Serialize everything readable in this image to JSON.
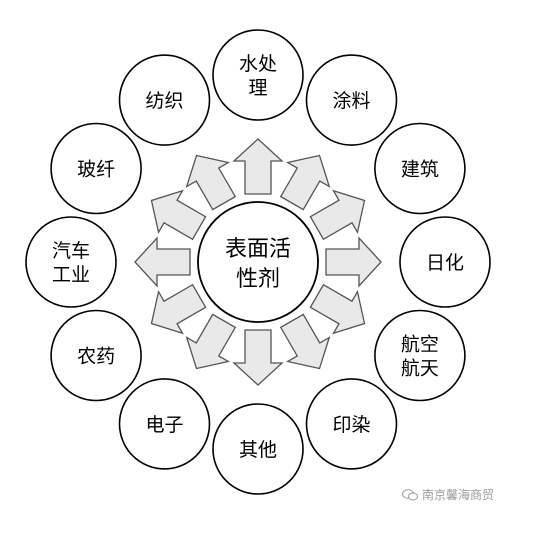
{
  "center": {
    "lines": [
      "表面活",
      "性剂"
    ]
  },
  "applications": [
    {
      "id": "water-treatment",
      "lines": [
        "水处",
        "理"
      ]
    },
    {
      "id": "coatings",
      "lines": [
        "涂料"
      ]
    },
    {
      "id": "construction",
      "lines": [
        "建筑"
      ]
    },
    {
      "id": "daily-chemicals",
      "lines": [
        "日化"
      ]
    },
    {
      "id": "aerospace",
      "lines": [
        "航空",
        "航天"
      ]
    },
    {
      "id": "printing-dyeing",
      "lines": [
        "印染"
      ]
    },
    {
      "id": "other",
      "lines": [
        "其他"
      ]
    },
    {
      "id": "electronics",
      "lines": [
        "电子"
      ]
    },
    {
      "id": "pesticides",
      "lines": [
        "农药"
      ]
    },
    {
      "id": "automotive",
      "lines": [
        "汽车",
        "工业"
      ]
    },
    {
      "id": "fiberglass",
      "lines": [
        "玻纤"
      ]
    },
    {
      "id": "textiles",
      "lines": [
        "纺织"
      ]
    }
  ],
  "watermark": {
    "text": "南京馨海商贸",
    "icon": "wechat-icon"
  },
  "colors": {
    "arrow_fill": "#e9e9e9",
    "arrow_stroke": "#555555",
    "circle_stroke": "#000000",
    "watermark": "#9a9a9a"
  }
}
